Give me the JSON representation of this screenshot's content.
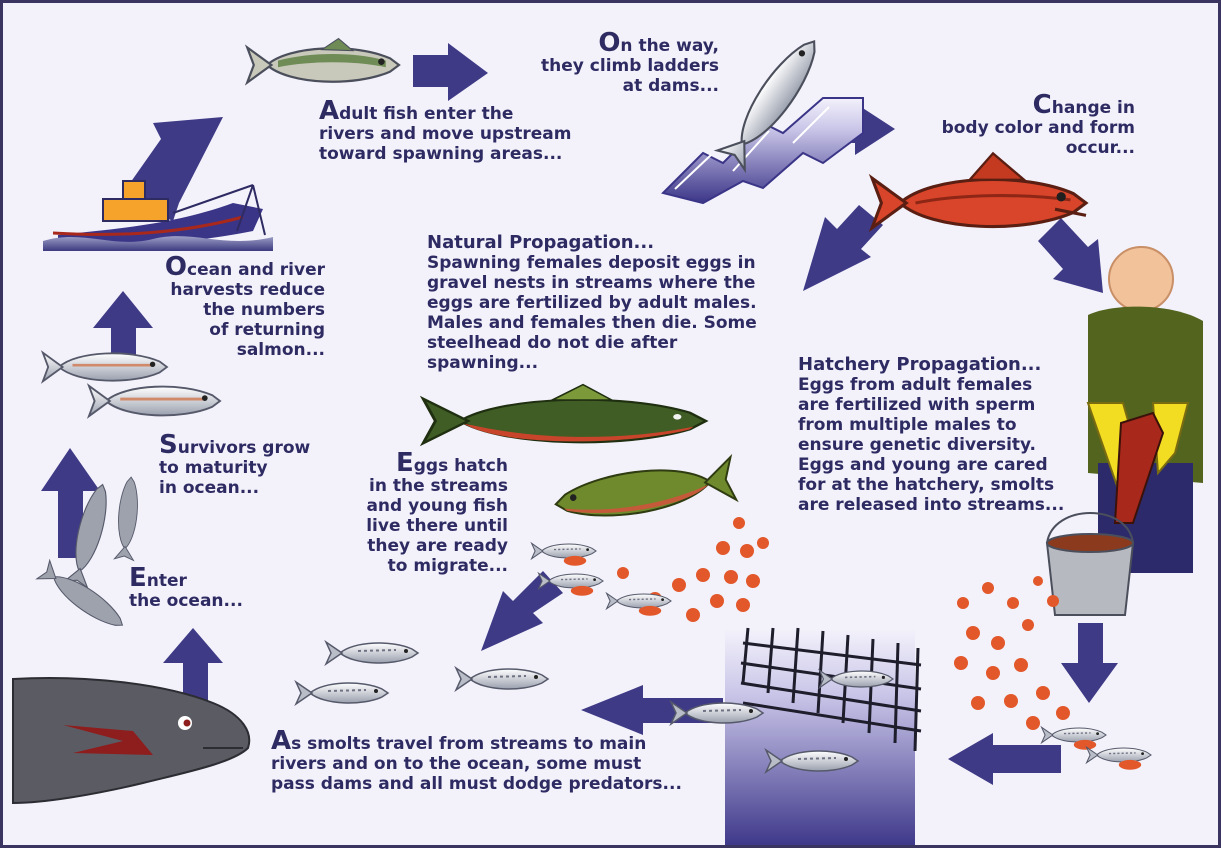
{
  "captions": {
    "adult": {
      "initial": "A",
      "text": "dult fish enter the\nrivers and move upstream\ntoward spawning areas..."
    },
    "ladders": {
      "initial": "O",
      "text": "n the way,\nthey climb ladders\nat dams..."
    },
    "change": {
      "initial": "C",
      "text": "hange in\nbody color and form\noccur..."
    },
    "natural": {
      "title": "Natural Propagation...",
      "text": "Spawning females deposit eggs in\ngravel nests in streams where the\neggs are fertilized by adult males.\nMales and females then die. Some\nsteelhead do not die after\nspawning..."
    },
    "hatchery": {
      "title": "Hatchery Propagation...",
      "text": "Eggs from adult females\nare fertilized with sperm\nfrom multiple males to\nensure genetic diversity.\nEggs and young are cared\nfor at the hatchery, smolts\nare released into streams..."
    },
    "eggs": {
      "initial": "E",
      "text": "ggs hatch\nin the streams\nand young fish\nlive there until\nthey are ready\nto migrate..."
    },
    "smolts": {
      "initial": "A",
      "text": "s smolts travel from streams to main\nrivers and on to the ocean, some must\npass dams and all must dodge predators..."
    },
    "enter": {
      "initial": "E",
      "text": "nter\nthe ocean..."
    },
    "survivors": {
      "initial": "S",
      "text": "urvivors grow\nto maturity\nin ocean..."
    },
    "harvest": {
      "initial": "O",
      "text": "cean and river\nharvests reduce\nthe numbers\nof returning\nsalmon..."
    }
  },
  "colors": {
    "arrow": "#3e3a86",
    "text": "#2e2b63",
    "egg": "#e2582a",
    "spawn_red": "#d9452a",
    "silver": "#b9bdc8",
    "green_fish": "#4a6b2a",
    "background": "#f3f2fb"
  },
  "icons": [
    "boat-icon",
    "fish-icon",
    "dam-ladder-icon",
    "person-icon",
    "bucket-icon",
    "fence-icon",
    "predator-icon",
    "egg-icon",
    "arrow-icon"
  ]
}
